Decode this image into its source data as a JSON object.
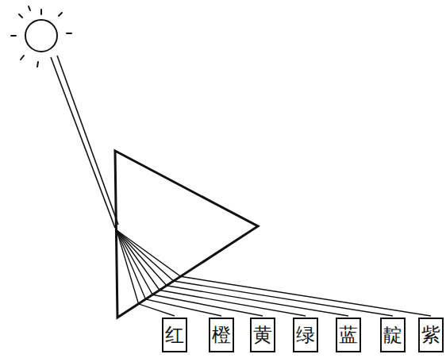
{
  "diagram": {
    "nodes": [
      {
        "text": [
          "红"
        ]
      },
      {
        "text": [
          "橙"
        ]
      },
      {
        "text": [
          "黄"
        ]
      },
      {
        "text": [
          "绿"
        ]
      },
      {
        "text": [
          "蓝"
        ]
      },
      {
        "text": [
          "靛"
        ]
      },
      {
        "text": [
          "紫"
        ]
      }
    ]
  }
}
